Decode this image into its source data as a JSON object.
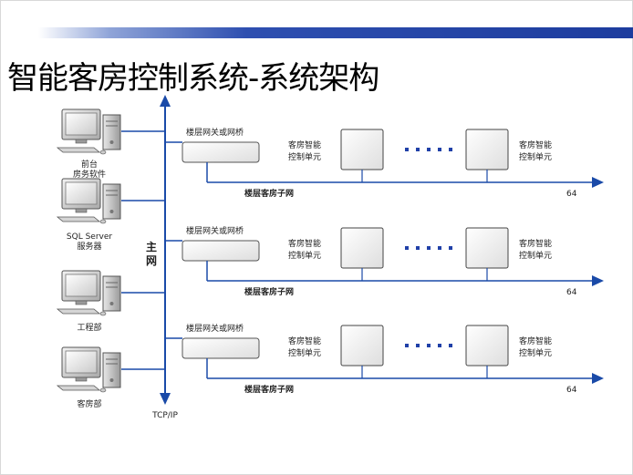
{
  "slide": {
    "title": "智能客房控制系统-系统架构"
  },
  "colors": {
    "accent": "#1d3c9e",
    "line": "#1a4aa8",
    "dots": "#2040a8"
  },
  "diagram": {
    "backbone": {
      "label_line1": "主",
      "label_line2": "网",
      "protocol": "TCP/IP"
    },
    "workstations": [
      {
        "name": "front-desk-computer",
        "icon": "computer-icon",
        "label_lines": [
          "前台",
          "房务软件"
        ]
      },
      {
        "name": "sql-server-computer",
        "icon": "computer-icon",
        "label_lines": [
          "SQL Server",
          "服务器"
        ]
      },
      {
        "name": "engineering-computer",
        "icon": "computer-icon",
        "label_lines": [
          "工程部"
        ]
      },
      {
        "name": "guest-dept-computer",
        "icon": "computer-icon",
        "label_lines": [
          "客房部"
        ]
      }
    ],
    "floors": [
      {
        "gateway_label": "楼层网关或网桥",
        "controller_label_line1": "客房智能",
        "controller_label_line2": "控制单元",
        "subnet_label": "楼层客房子网",
        "count": "64"
      },
      {
        "gateway_label": "楼层网关或网桥",
        "controller_label_line1": "客房智能",
        "controller_label_line2": "控制单元",
        "subnet_label": "楼层客房子网",
        "count": "64"
      },
      {
        "gateway_label": "楼层网关或网桥",
        "controller_label_line1": "客房智能",
        "controller_label_line2": "控制单元",
        "subnet_label": "楼层客房子网",
        "count": "64"
      }
    ]
  }
}
